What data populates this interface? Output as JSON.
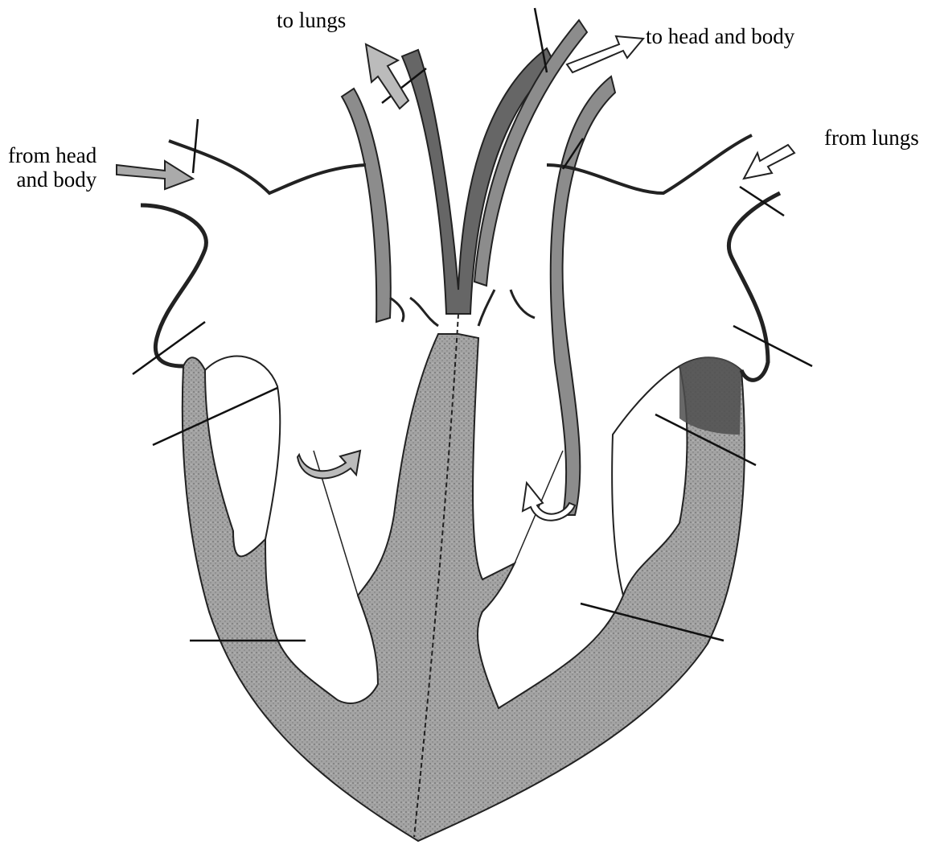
{
  "labels": {
    "to_lungs": "to lungs",
    "to_head_and_body": "to head and body",
    "from_lungs": "from lungs",
    "from_head_and_body_line1": "from head",
    "from_head_and_body_line2": "and body"
  },
  "colors": {
    "muscle": "#9a9a9a",
    "muscle_dark": "#555555",
    "vessel": "#8a8a8a",
    "outline": "#111111",
    "arrow_fill": "#ffffff"
  }
}
